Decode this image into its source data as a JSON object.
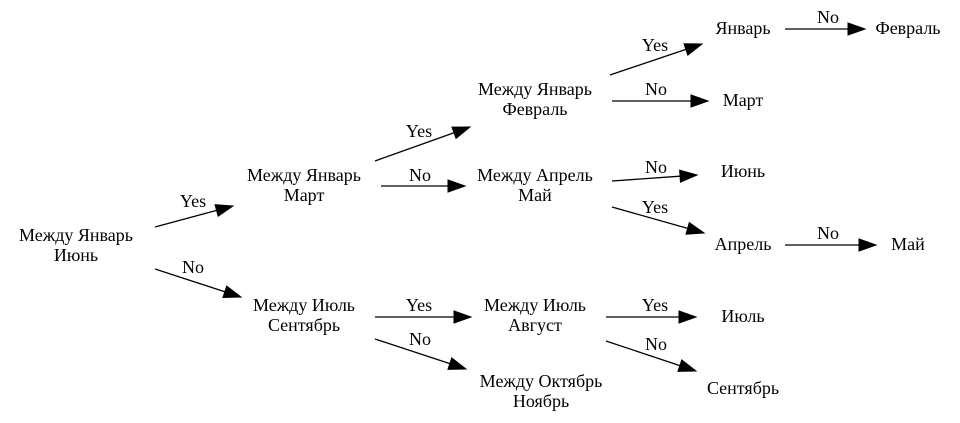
{
  "diagram": {
    "type": "decision-tree",
    "nodes": [
      {
        "id": "n0",
        "lines": [
          "Между Январь",
          "Июнь"
        ]
      },
      {
        "id": "n1",
        "lines": [
          "Между Январь",
          "Март"
        ]
      },
      {
        "id": "n2",
        "lines": [
          "Между Июль",
          "Сентябрь"
        ]
      },
      {
        "id": "n3",
        "lines": [
          "Между Январь",
          "Февраль"
        ]
      },
      {
        "id": "n4",
        "lines": [
          "Между Апрель",
          "Май"
        ]
      },
      {
        "id": "n5",
        "lines": [
          "Между Июль",
          "Август"
        ]
      },
      {
        "id": "n6",
        "lines": [
          "Между Октябрь",
          "Ноябрь"
        ]
      },
      {
        "id": "n7",
        "lines": [
          "Январь"
        ]
      },
      {
        "id": "n8",
        "lines": [
          "Февраль"
        ]
      },
      {
        "id": "n9",
        "lines": [
          "Март"
        ]
      },
      {
        "id": "n10",
        "lines": [
          "Июнь"
        ]
      },
      {
        "id": "n11",
        "lines": [
          "Апрель"
        ]
      },
      {
        "id": "n12",
        "lines": [
          "Май"
        ]
      },
      {
        "id": "n13",
        "lines": [
          "Июль"
        ]
      },
      {
        "id": "n14",
        "lines": [
          "Сентябрь"
        ]
      }
    ],
    "edges": [
      {
        "from": "n0",
        "to": "n1",
        "label": "Yes"
      },
      {
        "from": "n0",
        "to": "n2",
        "label": "No"
      },
      {
        "from": "n1",
        "to": "n3",
        "label": "Yes"
      },
      {
        "from": "n1",
        "to": "n4",
        "label": "No"
      },
      {
        "from": "n2",
        "to": "n5",
        "label": "Yes"
      },
      {
        "from": "n2",
        "to": "n6",
        "label": "No"
      },
      {
        "from": "n3",
        "to": "n7",
        "label": "Yes"
      },
      {
        "from": "n3",
        "to": "n9",
        "label": "No"
      },
      {
        "from": "n7",
        "to": "n8",
        "label": "No"
      },
      {
        "from": "n4",
        "to": "n10",
        "label": "No"
      },
      {
        "from": "n4",
        "to": "n11",
        "label": "Yes"
      },
      {
        "from": "n11",
        "to": "n12",
        "label": "No"
      },
      {
        "from": "n5",
        "to": "n13",
        "label": "Yes"
      },
      {
        "from": "n5",
        "to": "n14",
        "label": "No"
      }
    ]
  }
}
